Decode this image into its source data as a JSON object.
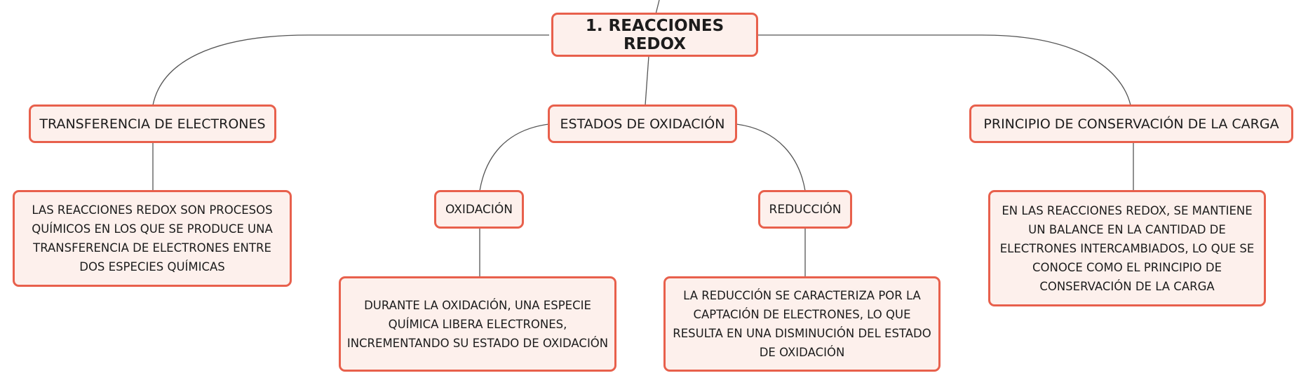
{
  "map": {
    "central": "1. REACCIONES REDOX",
    "topics": {
      "transferencia": "TRANSFERENCIA DE ELECTRONES",
      "estados": "ESTADOS DE OXIDACIÓN",
      "principio": "PRINCIPIO DE CONSERVACIÓN DE LA CARGA"
    },
    "subtopics": {
      "oxidacion": "OXIDACIÓN",
      "reduccion": "REDUCCIÓN"
    },
    "details": {
      "transferencia": "LAS REACCIONES REDOX SON PROCESOS QUÍMICOS EN LOS QUE SE PRODUCE UNA TRANSFERENCIA DE ELECTRONES ENTRE DOS ESPECIES QUÍMICAS",
      "oxidacion": "DURANTE LA OXIDACIÓN, UNA ESPECIE QUÍMICA LIBERA ELECTRONES, INCREMENTANDO SU ESTADO DE OXIDACIÓN",
      "reduccion": "LA REDUCCIÓN SE CARACTERIZA POR LA CAPTACIÓN DE ELECTRONES, LO QUE RESULTA EN UNA DISMINUCIÓN DEL ESTADO DE OXIDACIÓN",
      "principio": "EN LAS REACCIONES REDOX, SE MANTIENE UN BALANCE EN LA CANTIDAD DE ELECTRONES INTERCAMBIADOS, LO QUE SE CONOCE COMO EL PRINCIPIO DE CONSERVACIÓN DE LA CARGA"
    }
  },
  "colors": {
    "node_border": "#e8604c",
    "node_fill": "#fdf0ec",
    "connector": "#555555"
  }
}
